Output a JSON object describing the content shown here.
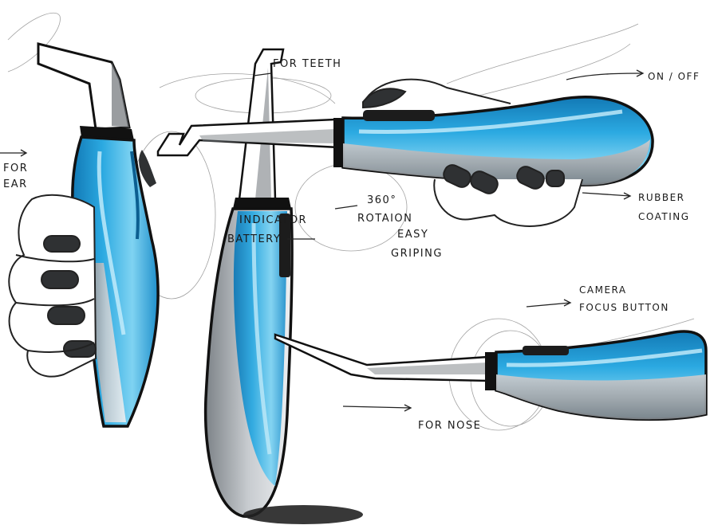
{
  "colors": {
    "blue": "#2ba9e1",
    "blue_dark": "#1279b5",
    "blue_light": "#7fd3f2",
    "grey": "#9ea3a8",
    "grey_light": "#d7dbdf",
    "ink": "#111111"
  },
  "labels": {
    "for_ear": "FOR\nEAR",
    "for_teeth": "FOR TEETH",
    "on_off": "ON / OFF",
    "rotation": "360°\nROTAION\nEASY\nGRIPING",
    "indicator": "INDICATOR",
    "battery": "BATTERY",
    "rubber_coating": "RUBBER\nCOATING",
    "camera_focus": "CAMERA\nFOCUS BUTTON",
    "for_nose": "FOR NOSE"
  }
}
